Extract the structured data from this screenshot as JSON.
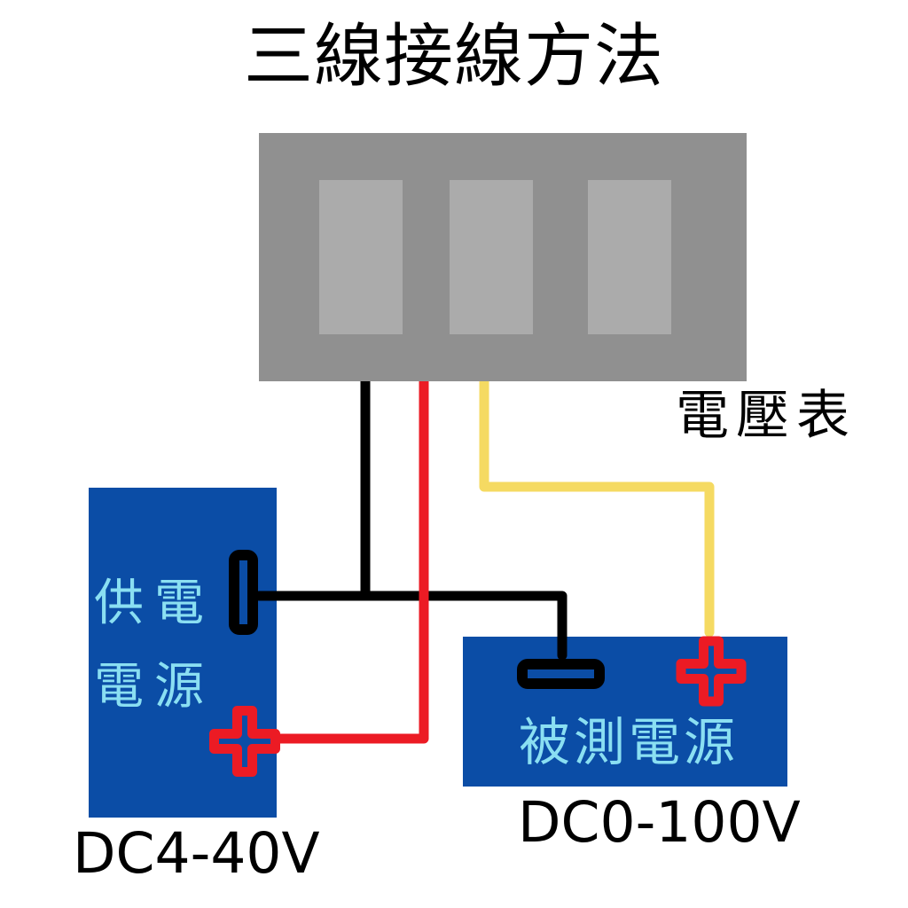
{
  "title": "三線接線方法",
  "voltmeter": {
    "label": "電壓表",
    "display_count": 3
  },
  "supply_source": {
    "label_line1": "供電",
    "label_line2": "電源",
    "caption": "DC4-40V",
    "terminals": [
      "negative",
      "positive"
    ]
  },
  "measured_source": {
    "label": "被測電源",
    "caption": "DC0-100V",
    "terminals": [
      "negative",
      "positive"
    ]
  },
  "wires": [
    {
      "name": "black-wire",
      "color": "#000000",
      "from": "voltmeter",
      "to": "supply-negative-terminal and measured-negative-terminal"
    },
    {
      "name": "red-wire",
      "color": "#ec1b24",
      "from": "voltmeter",
      "to": "supply-positive-terminal"
    },
    {
      "name": "yellow-wire",
      "color": "#f5da62",
      "from": "voltmeter",
      "to": "measured-positive-terminal"
    }
  ],
  "colors": {
    "background": "#ffffff",
    "panel_gray": "#909090",
    "display_gray": "#ababab",
    "box_blue": "#0b4da6",
    "label_cyan": "#8adff2",
    "wire_black": "#000000",
    "wire_red": "#ec1b24",
    "wire_yellow": "#f5da62",
    "text_black": "#000000"
  }
}
